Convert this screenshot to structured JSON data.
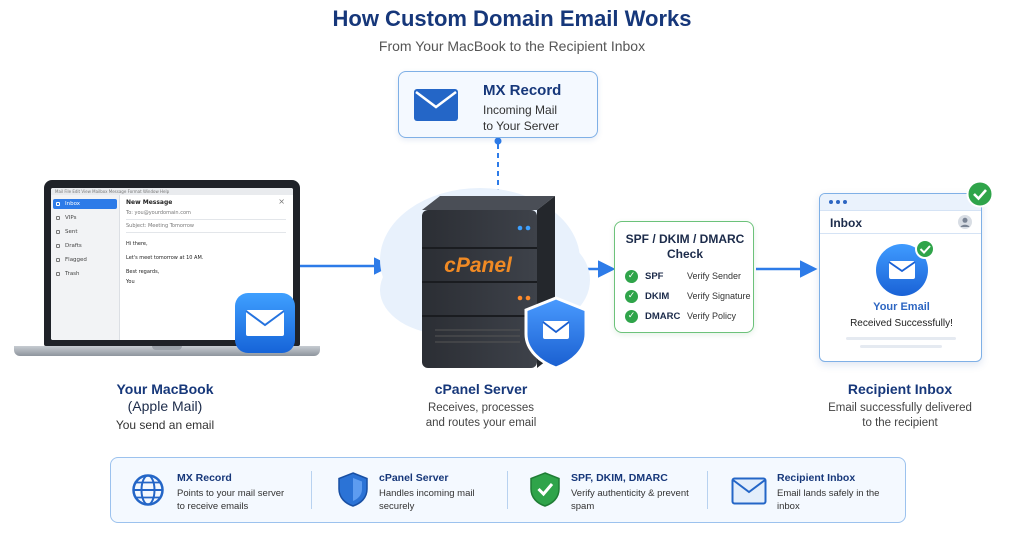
{
  "header": {
    "title": "How Custom Domain Email Works",
    "subtitle": "From Your MacBook to the Recipient Inbox"
  },
  "mx_record": {
    "title": "MX Record",
    "line1": "Incoming Mail",
    "line2": "to Your Server"
  },
  "macbook": {
    "menu_items": " Mail  File  Edit  View  Mailbox  Message  Format  Window  Help",
    "sidebar": [
      "Inbox",
      "VIPs",
      "Sent",
      "Drafts",
      "Flagged",
      "Trash"
    ],
    "compose_title": "New Message",
    "to": "To:  you@yourdomain.com",
    "subject": "Subject:  Meeting Tomorrow",
    "body": [
      "Hi there,",
      "Let's meet tomorrow at 10 AM.",
      "Best regards,",
      "You"
    ],
    "label_title1": "Your MacBook",
    "label_title2": "(Apple Mail)",
    "label_text": "You send an email"
  },
  "server": {
    "brand": "cPanel",
    "label_title": "cPanel Server",
    "line1": "Receives, processes",
    "line2": "and routes your email"
  },
  "checks": {
    "title1": "SPF / DKIM / DMARC",
    "title2": "Check",
    "rows": [
      {
        "key": "SPF",
        "value": "Verify Sender"
      },
      {
        "key": "DKIM",
        "value": "Verify Signature"
      },
      {
        "key": "DMARC",
        "value": "Verify Policy"
      }
    ]
  },
  "inbox": {
    "header": "Inbox",
    "your_email": "Your Email",
    "received": "Received Successfully!",
    "label_title": "Recipient Inbox",
    "line1": "Email successfully delivered",
    "line2": "to the recipient"
  },
  "legend": [
    {
      "title": "MX Record",
      "desc1": "Points to your mail server",
      "desc2": "to receive emails",
      "icon": "globe-icon"
    },
    {
      "title": "cPanel Server",
      "desc1": "Handles incoming mail",
      "desc2": "securely",
      "icon": "shield-icon"
    },
    {
      "title": "SPF, DKIM, DMARC",
      "desc1": "Verify authenticity & prevent",
      "desc2": "spam",
      "icon": "shield-check-icon"
    },
    {
      "title": "Recipient Inbox",
      "desc1": "Email lands safely in the",
      "desc2": "inbox",
      "icon": "envelope-icon"
    }
  ],
  "colors": {
    "primary": "#2d7be8",
    "title": "#16377a",
    "check_green": "#2fa44a",
    "server_orange": "#f08a24"
  }
}
